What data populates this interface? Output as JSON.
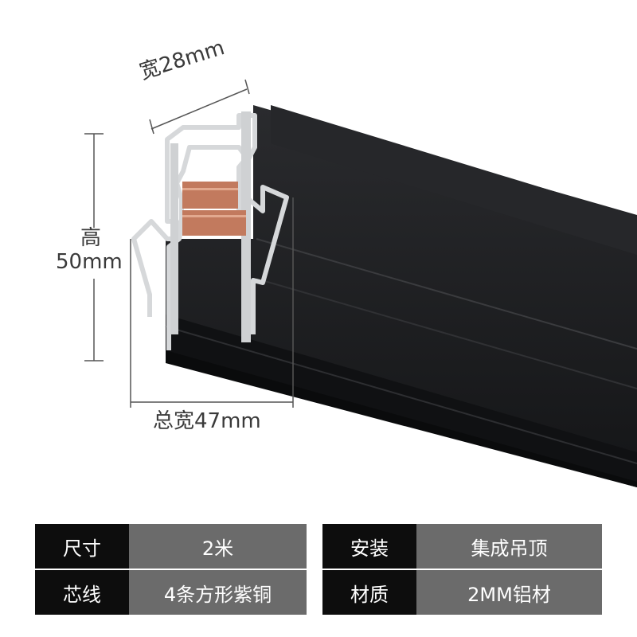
{
  "dimensions": {
    "inner_width": "宽28mm",
    "height_name": "高",
    "height_value": "50mm",
    "total_width": "总宽47mm"
  },
  "specs": [
    {
      "key1": "尺寸",
      "val1": "2米",
      "key2": "安装",
      "val2": "集成吊顶"
    },
    {
      "key1": "芯线",
      "val1": "4条方形紫铜",
      "key2": "材质",
      "val2": "2MM铝材"
    }
  ],
  "colors": {
    "profile_black": "#1b1c1e",
    "aluminum_silver": "#d6d8da",
    "copper": "#c27a5e",
    "table_key_bg": "#0d0d0d",
    "table_value_bg": "#6b6b6b"
  }
}
